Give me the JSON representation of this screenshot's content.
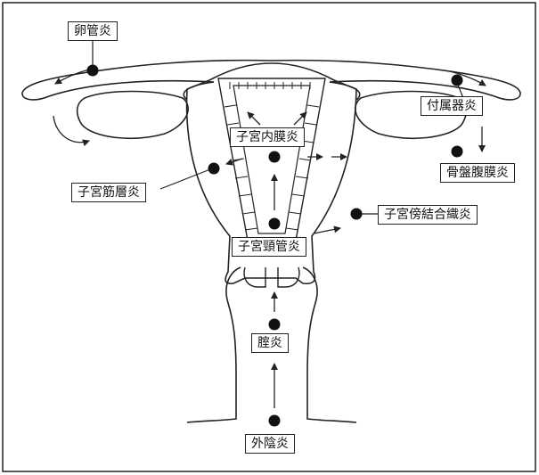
{
  "labels": {
    "oviduct": "卵管炎",
    "adnexitis": "付属器炎",
    "pelvic_peritonitis": "骨盤腹膜炎",
    "endometritis": "子宮内膜炎",
    "myometritis": "子宮筋層炎",
    "parametritis": "子宮傍結合織炎",
    "cervicitis": "子宮頸管炎",
    "vaginitis": "腟炎",
    "vulvitis": "外陰炎"
  },
  "colors": {
    "stroke": "#222222",
    "dot": "#111111",
    "background": "#ffffff"
  }
}
